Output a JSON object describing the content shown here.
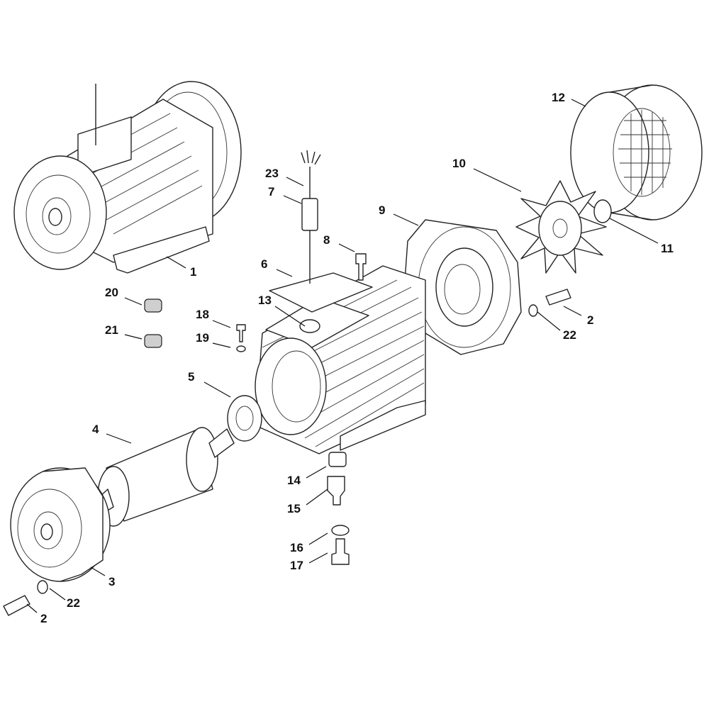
{
  "diagram": {
    "title": "Exploded view of electric motor parts",
    "callouts": [
      "1",
      "2",
      "2",
      "3",
      "4",
      "5",
      "6",
      "7",
      "8",
      "9",
      "10",
      "11",
      "12",
      "13",
      "14",
      "15",
      "16",
      "17",
      "18",
      "19",
      "20",
      "21",
      "22",
      "22",
      "23"
    ]
  }
}
